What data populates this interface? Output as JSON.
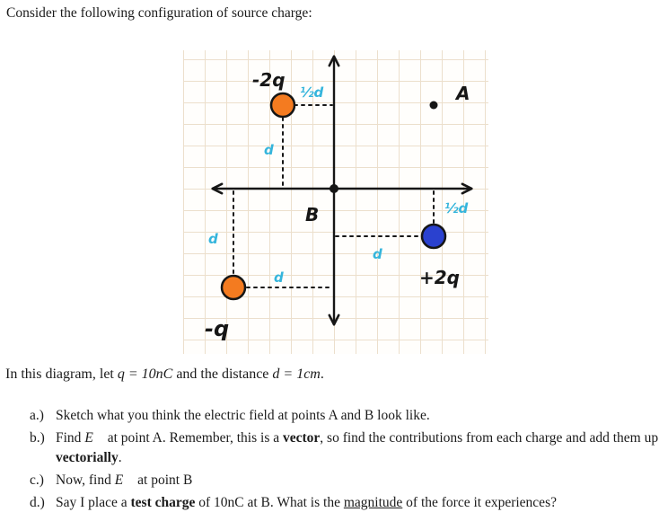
{
  "problem": {
    "title": "Consider the following configuration of source charge:",
    "given_segments": [
      {
        "t": "In this diagram, let "
      },
      {
        "t": "q = 10nC",
        "s": "i"
      },
      {
        "t": " and the distance "
      },
      {
        "t": "d = 1cm",
        "s": "i"
      },
      {
        "t": "."
      }
    ],
    "items": [
      {
        "label": "a.)",
        "segments": [
          {
            "t": "Sketch what you think the electric field at points A and B look like."
          }
        ]
      },
      {
        "label": "b.)",
        "segments": [
          {
            "t": "Find "
          },
          {
            "t": "E⃗",
            "s": "i"
          },
          {
            "t": " at point A.  Remember, this is a "
          },
          {
            "t": "vector",
            "s": "b"
          },
          {
            "t": ", so find the contributions from each charge and add them up "
          },
          {
            "t": "vectorially",
            "s": "b"
          },
          {
            "t": "."
          }
        ]
      },
      {
        "label": "c.)",
        "segments": [
          {
            "t": "Now, find "
          },
          {
            "t": "E⃗",
            "s": "i"
          },
          {
            "t": " at point B"
          }
        ]
      },
      {
        "label": "d.)",
        "segments": [
          {
            "t": "Say I place a "
          },
          {
            "t": "test charge",
            "s": "b"
          },
          {
            "t": " of 10nC at B.  What is the "
          },
          {
            "t": "magnitude",
            "s": "u"
          },
          {
            "t": " of the force it experiences?"
          }
        ]
      }
    ]
  },
  "diagram": {
    "labels": {
      "top_charge": "-2q",
      "right_charge": "+2q",
      "bottom_charge": "-q",
      "point_a": "A",
      "point_b": "B",
      "d": "d",
      "half_d": "½d"
    },
    "colors": {
      "ink": "#161616",
      "orange": "#f47b20",
      "blue": "#2a41cf",
      "cyan": "#35b5dc"
    }
  }
}
